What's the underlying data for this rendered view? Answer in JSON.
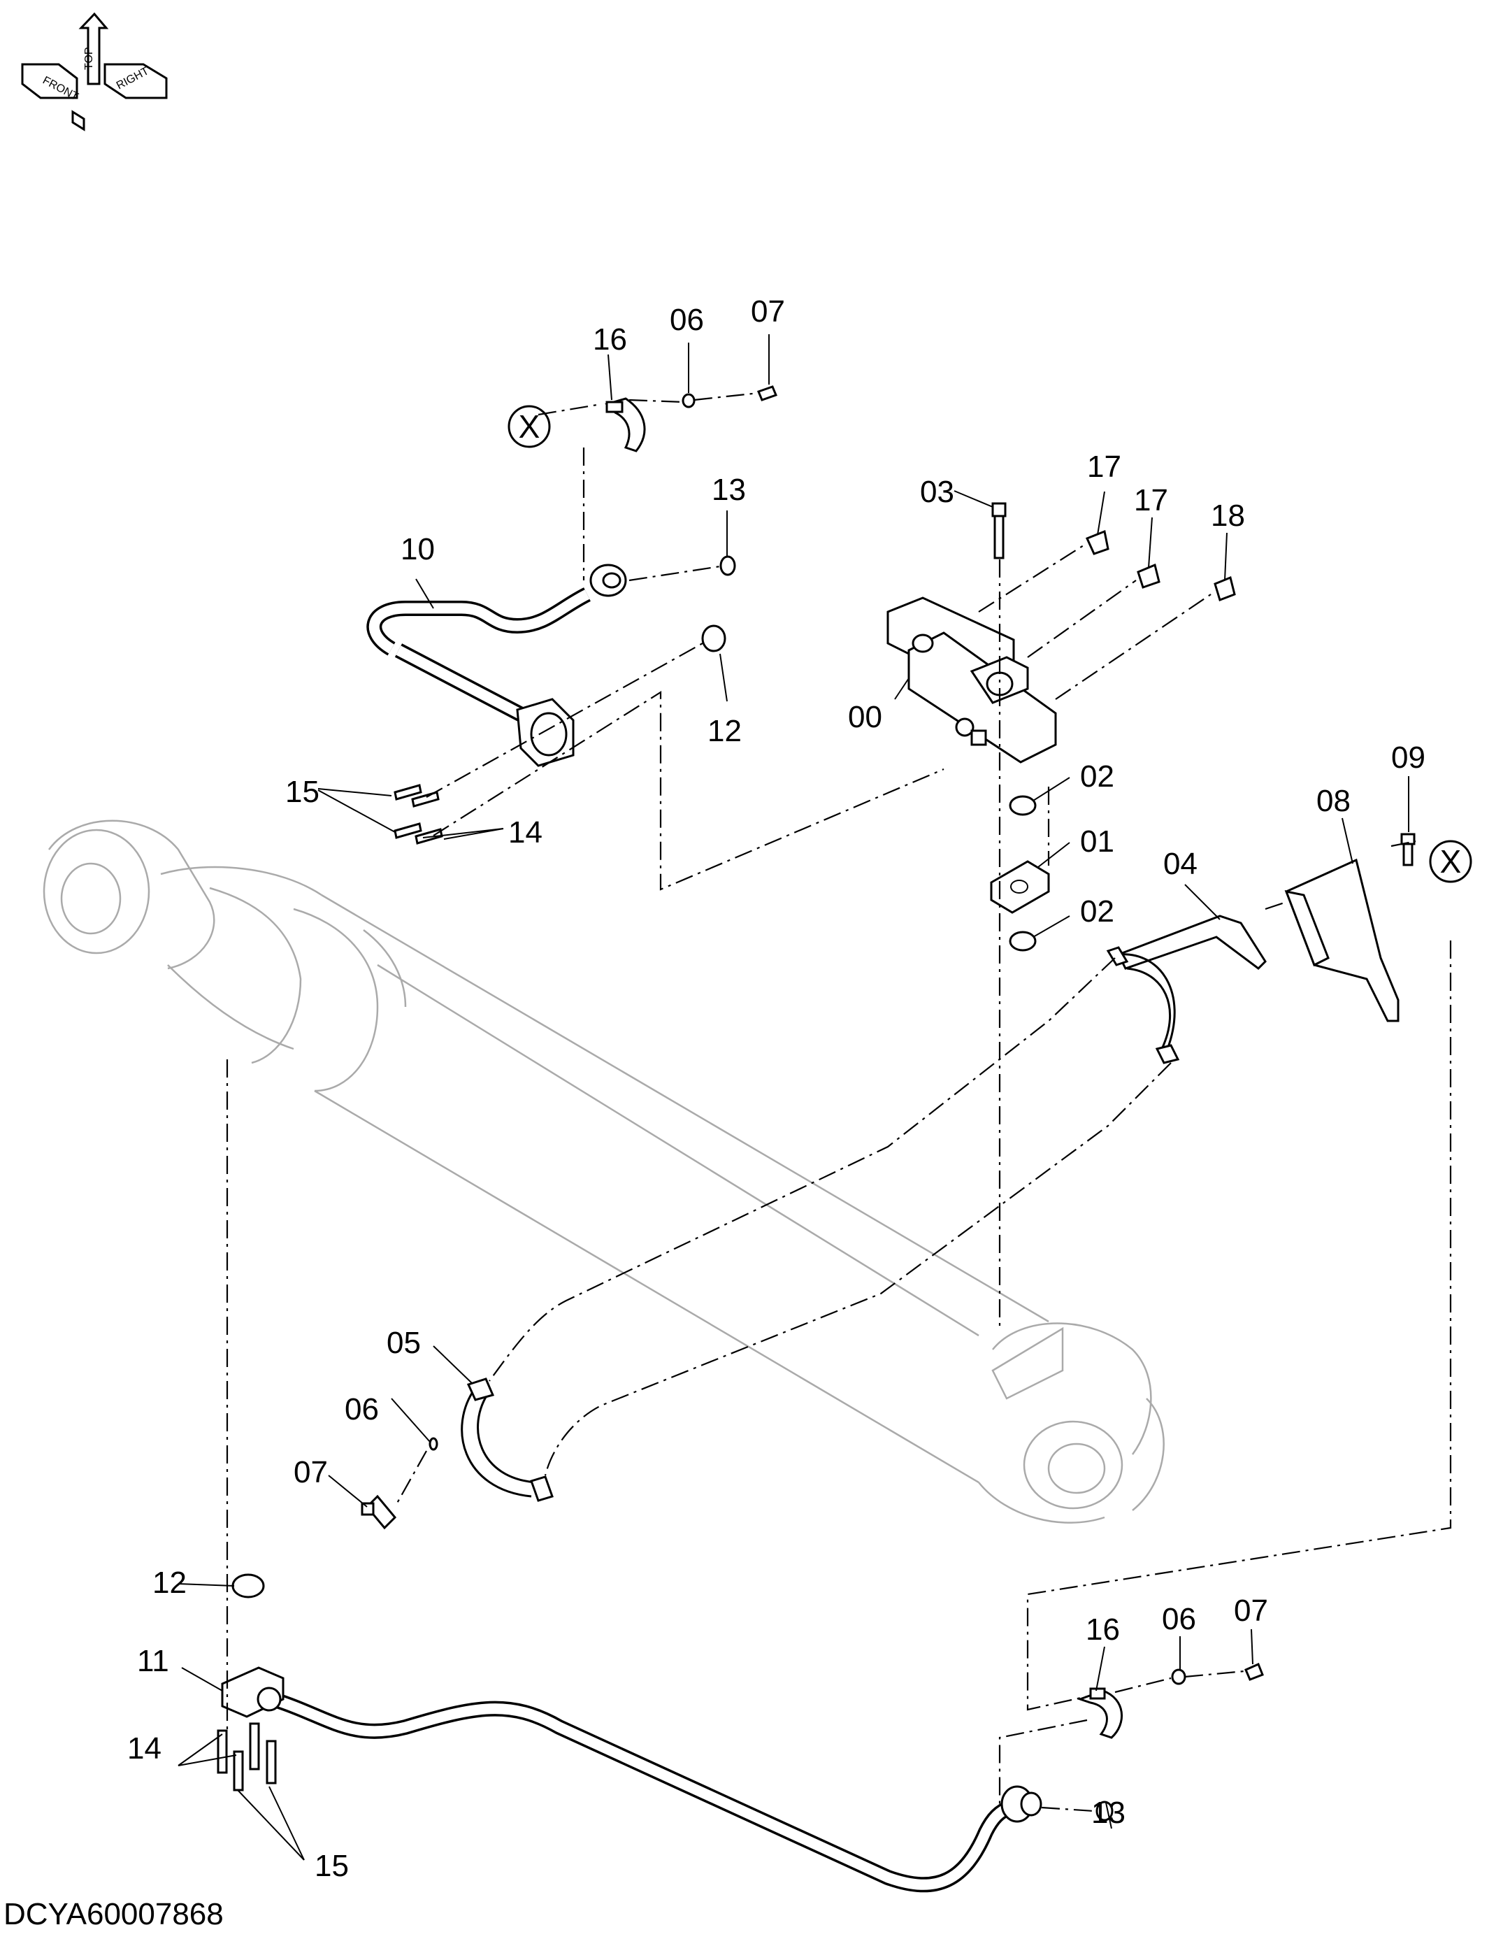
{
  "orientation_symbol": {
    "labels": [
      "FRONT",
      "TOP",
      "RIGHT"
    ]
  },
  "callouts": [
    {
      "id": "c-16-top",
      "text": "16"
    },
    {
      "id": "c-06-top",
      "text": "06"
    },
    {
      "id": "c-07-top",
      "text": "07"
    },
    {
      "id": "c-13-top",
      "text": "13"
    },
    {
      "id": "c-10",
      "text": "10"
    },
    {
      "id": "c-12-top",
      "text": "12"
    },
    {
      "id": "c-15-top",
      "text": "15"
    },
    {
      "id": "c-14-top",
      "text": "14"
    },
    {
      "id": "c-03",
      "text": "03"
    },
    {
      "id": "c-17a",
      "text": "17"
    },
    {
      "id": "c-17b",
      "text": "17"
    },
    {
      "id": "c-18",
      "text": "18"
    },
    {
      "id": "c-00",
      "text": "00"
    },
    {
      "id": "c-02a",
      "text": "02"
    },
    {
      "id": "c-01",
      "text": "01"
    },
    {
      "id": "c-02b",
      "text": "02"
    },
    {
      "id": "c-09",
      "text": "09"
    },
    {
      "id": "c-08",
      "text": "08"
    },
    {
      "id": "c-04",
      "text": "04"
    },
    {
      "id": "c-05",
      "text": "05"
    },
    {
      "id": "c-06-mid",
      "text": "06"
    },
    {
      "id": "c-07-mid",
      "text": "07"
    },
    {
      "id": "c-12-bot",
      "text": "12"
    },
    {
      "id": "c-11",
      "text": "11"
    },
    {
      "id": "c-14-bot",
      "text": "14"
    },
    {
      "id": "c-15-bot",
      "text": "15"
    },
    {
      "id": "c-16-bot",
      "text": "16"
    },
    {
      "id": "c-06-bot",
      "text": "06"
    },
    {
      "id": "c-07-bot",
      "text": "07"
    },
    {
      "id": "c-13-bot",
      "text": "13"
    }
  ],
  "reference_marks": [
    {
      "id": "x-top",
      "text": "X"
    },
    {
      "id": "x-right",
      "text": "X"
    }
  ],
  "drawing_number": "DCYA60007868"
}
